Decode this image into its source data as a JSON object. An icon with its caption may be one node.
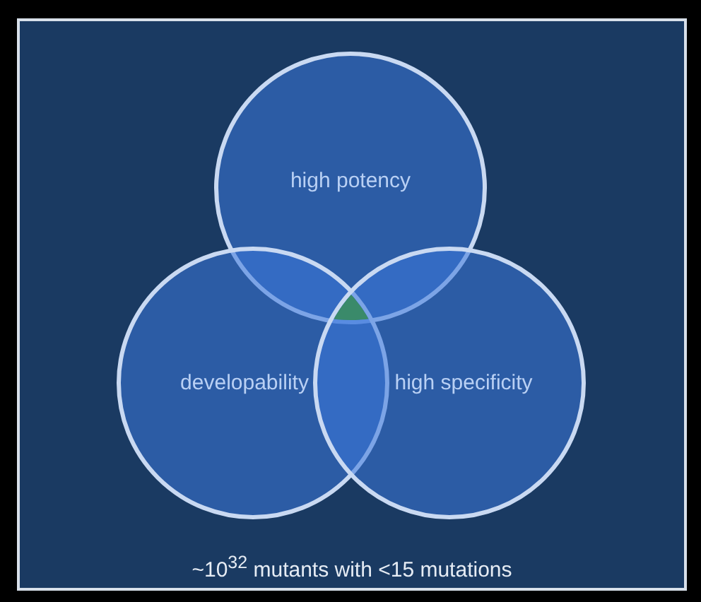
{
  "diagram": {
    "caption": "~10$^{32}$ mutants with <15 mutations",
    "nodes": [
      {
        "text": [
          "high potency"
        ]
      },
      {
        "text": [
          "developability"
        ]
      },
      {
        "text": [
          "high specificity"
        ]
      }
    ],
    "edges": []
  }
}
